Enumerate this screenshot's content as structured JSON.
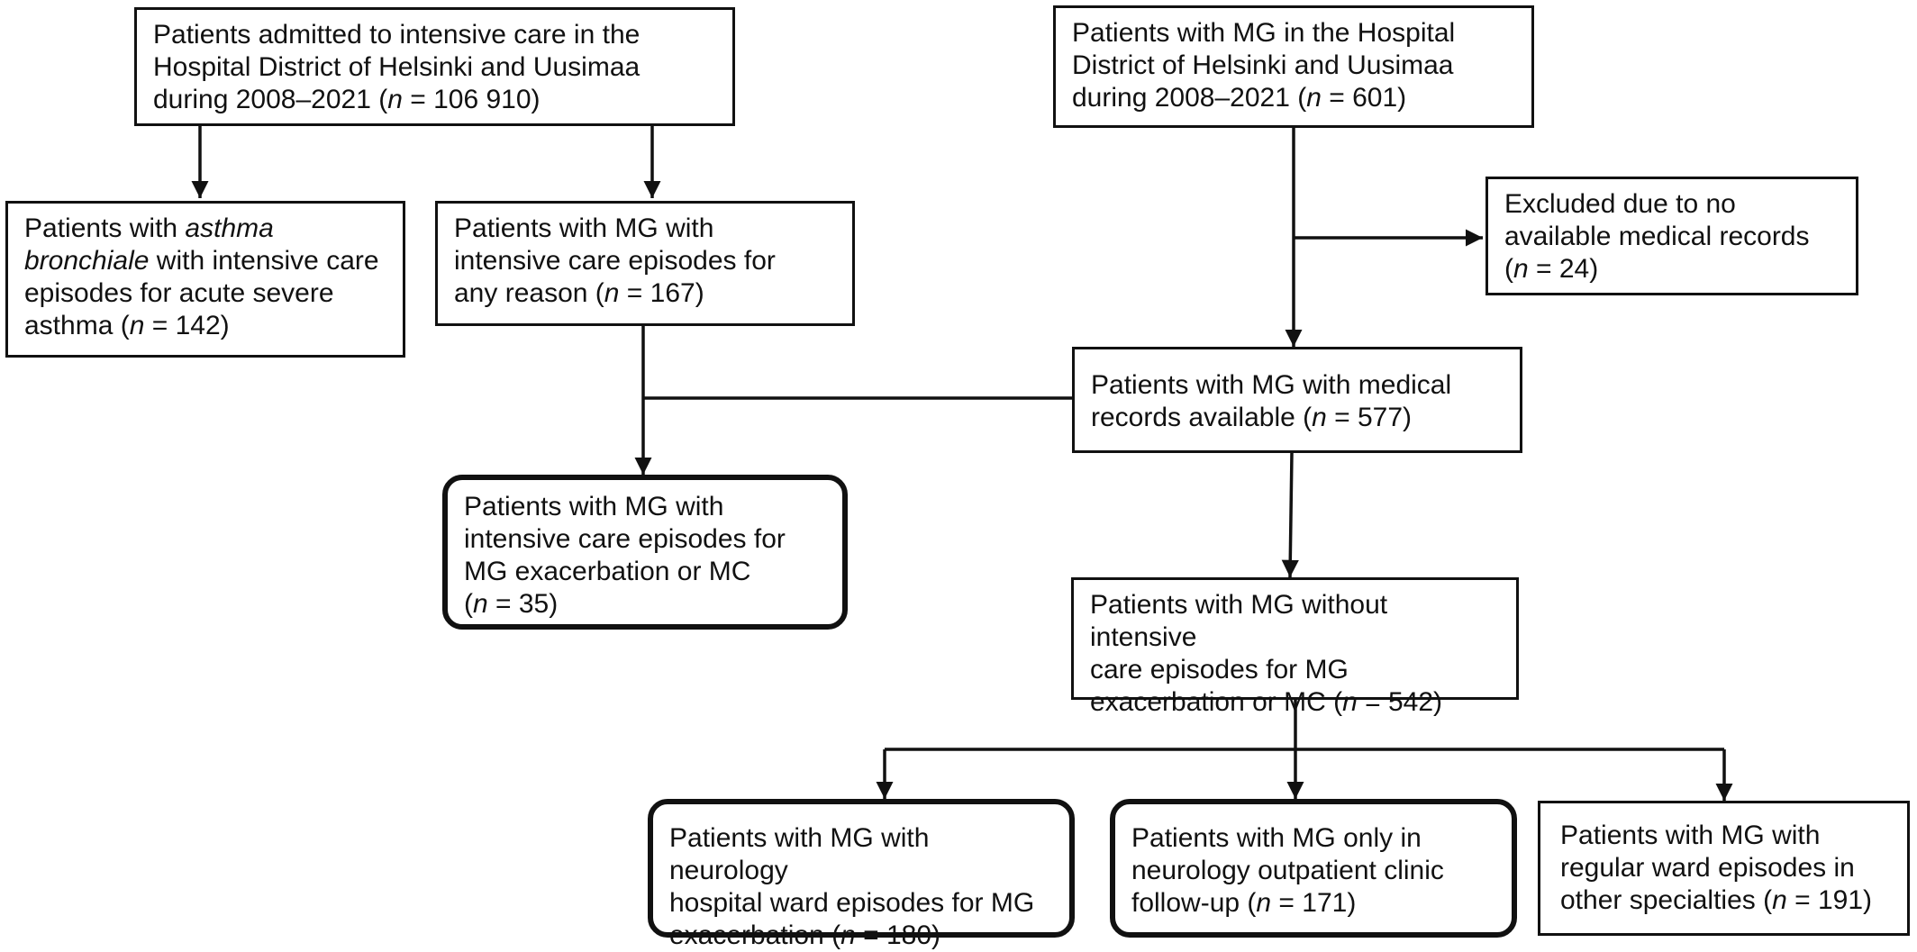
{
  "colors": {
    "line": "#111111",
    "box_border": "#111111",
    "background": "#ffffff"
  },
  "boxes": {
    "icu_admitted": {
      "line1": "Patients admitted to intensive care in the",
      "line2": "Hospital District of Helsinki and Uusimaa",
      "line3_pre": "during 2008–2021 (",
      "n_symbol": "n",
      "line3_post": " = 106 910)"
    },
    "mg_district": {
      "line1": "Patients with MG in the Hospital",
      "line2": "District of Helsinki and Uusimaa",
      "line3_pre": "during 2008–2021 (",
      "n_symbol": "n",
      "line3_post": " = 601)"
    },
    "asthma": {
      "line1_pre": "Patients with ",
      "line1_ital": "asthma",
      "line2_ital": "bronchiale",
      "line2_post": " with intensive care",
      "line3": "episodes for acute severe",
      "line4_pre": "asthma (",
      "n_symbol": "n",
      "line4_post": " = 142)"
    },
    "mg_icu_any": {
      "line1": "Patients with MG with",
      "line2": "intensive care episodes for",
      "line3_pre": "any reason (",
      "n_symbol": "n",
      "line3_post": " = 167)"
    },
    "excluded": {
      "line1": "Excluded due to no",
      "line2": "available medical records",
      "line3_pre": "(",
      "n_symbol": "n",
      "line3_post": " = 24)"
    },
    "records_available": {
      "line1": "Patients with MG with medical",
      "line2_pre": "records available (",
      "n_symbol": "n",
      "line2_post": " = 577)"
    },
    "mg_icu_exacerbation": {
      "line1": "Patients with MG with",
      "line2": "intensive care episodes for",
      "line3": "MG exacerbation or MC",
      "line4_pre": "(",
      "n_symbol": "n",
      "line4_post": " = 35)"
    },
    "mg_no_icu": {
      "line1": "Patients with MG without intensive",
      "line2": "care episodes for MG",
      "line3_pre": "exacerbation or MC (",
      "n_symbol": "n",
      "line3_post": " = 542)"
    },
    "neuro_ward": {
      "line1": "Patients with MG with neurology",
      "line2": "hospital ward episodes for MG",
      "line3_pre": "exacerbation (",
      "n_symbol": "n",
      "line3_post": " = 180)"
    },
    "outpatient": {
      "line1": "Patients with MG only in",
      "line2": "neurology outpatient clinic",
      "line3_pre": "follow-up (",
      "n_symbol": "n",
      "line3_post": " = 171)"
    },
    "other_specialties": {
      "line1": "Patients with MG with",
      "line2": "regular ward episodes in",
      "line3_pre": "other specialties (",
      "n_symbol": "n",
      "line3_post": " = 191)"
    }
  }
}
